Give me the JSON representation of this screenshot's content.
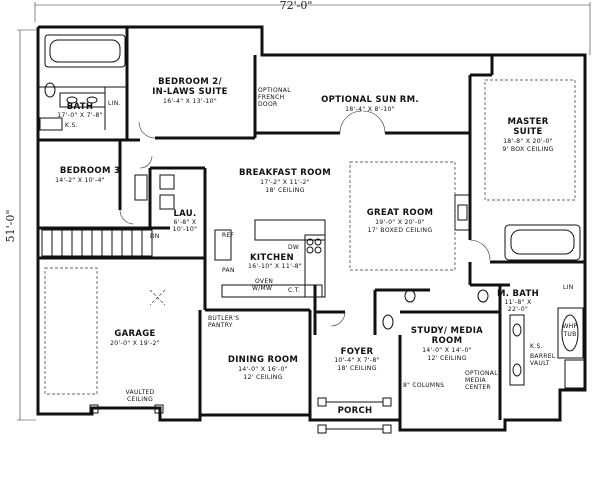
{
  "dimensions": {
    "width": "72'-0\"",
    "depth": "51'-0\""
  },
  "rooms": {
    "bedroom2": {
      "name_1": "BEDROOM 2/",
      "name_2": "IN-LAWS SUITE",
      "dim": "16'-4\" X 13'-10\""
    },
    "bath": {
      "name": "BATH",
      "dim": "17'-0\" X 7'-8\"",
      "lin": "LIN.",
      "ks": "K.S."
    },
    "french_door": {
      "l1": "OPTIONAL",
      "l2": "FRENCH",
      "l3": "DOOR"
    },
    "sun_room": {
      "name": "OPTIONAL SUN RM.",
      "dim": "18'-4\" X 8'-10\""
    },
    "master": {
      "name_1": "MASTER",
      "name_2": "SUITE",
      "dim": "18'-8\" X 20'-0\"",
      "ceiling": "9' BOX CEILING"
    },
    "bedroom3": {
      "name": "BEDROOM 3",
      "dim": "14'-2\" X 10'-4\""
    },
    "breakfast": {
      "name": "BREAKFAST ROOM",
      "dim": "17'-2\" X 11'-2\"",
      "ceiling": "18' CEILING"
    },
    "great_room": {
      "name": "GREAT ROOM",
      "dim": "19'-0\" X 20'-0\"",
      "ceiling": "17' BOXED CEILING"
    },
    "laundry": {
      "name": "LAU.",
      "dim_1": "6'-8\" X",
      "dim_2": "10'-10\""
    },
    "kitchen": {
      "name": "KITCHEN",
      "dim": "16'-10\" X 11'-8\"",
      "ref": "REF",
      "pan": "PAN",
      "dw": "DW",
      "oven_1": "OVEN",
      "oven_2": "W/MW",
      "ct": "C.T."
    },
    "garage": {
      "name": "GARAGE",
      "dim": "20'-0\" X 19'-2\"",
      "vaulted_1": "VAULTED",
      "vaulted_2": "CEILING",
      "dn": "DN"
    },
    "butlers": {
      "l1": "BUTLER'S",
      "l2": "PANTRY"
    },
    "dining": {
      "name": "DINING ROOM",
      "dim": "14'-0\" X 16'-0\"",
      "ceiling": "12' CEILING"
    },
    "foyer": {
      "name": "FOYER",
      "dim": "10'-4\" X 7'-8\"",
      "ceiling": "18' CEILING"
    },
    "study": {
      "name_1": "STUDY/ MEDIA",
      "name_2": "ROOM",
      "dim": "14'-0\" X 14'-0\"",
      "ceiling": "12' CEILING",
      "media_1": "OPTIONAL",
      "media_2": "MEDIA",
      "media_3": "CENTER"
    },
    "columns": {
      "label": "8\" COLUMNS"
    },
    "mbath": {
      "name": "M. BATH",
      "dim_1": "11'-8\" X",
      "dim_2": "22'-0\"",
      "lin": "LIN",
      "whp_1": "WHP",
      "whp_2": "TUB",
      "ks": "K.S.",
      "barrel_1": "BARREL",
      "barrel_2": "VAULT"
    },
    "porch": {
      "name": "PORCH"
    }
  }
}
